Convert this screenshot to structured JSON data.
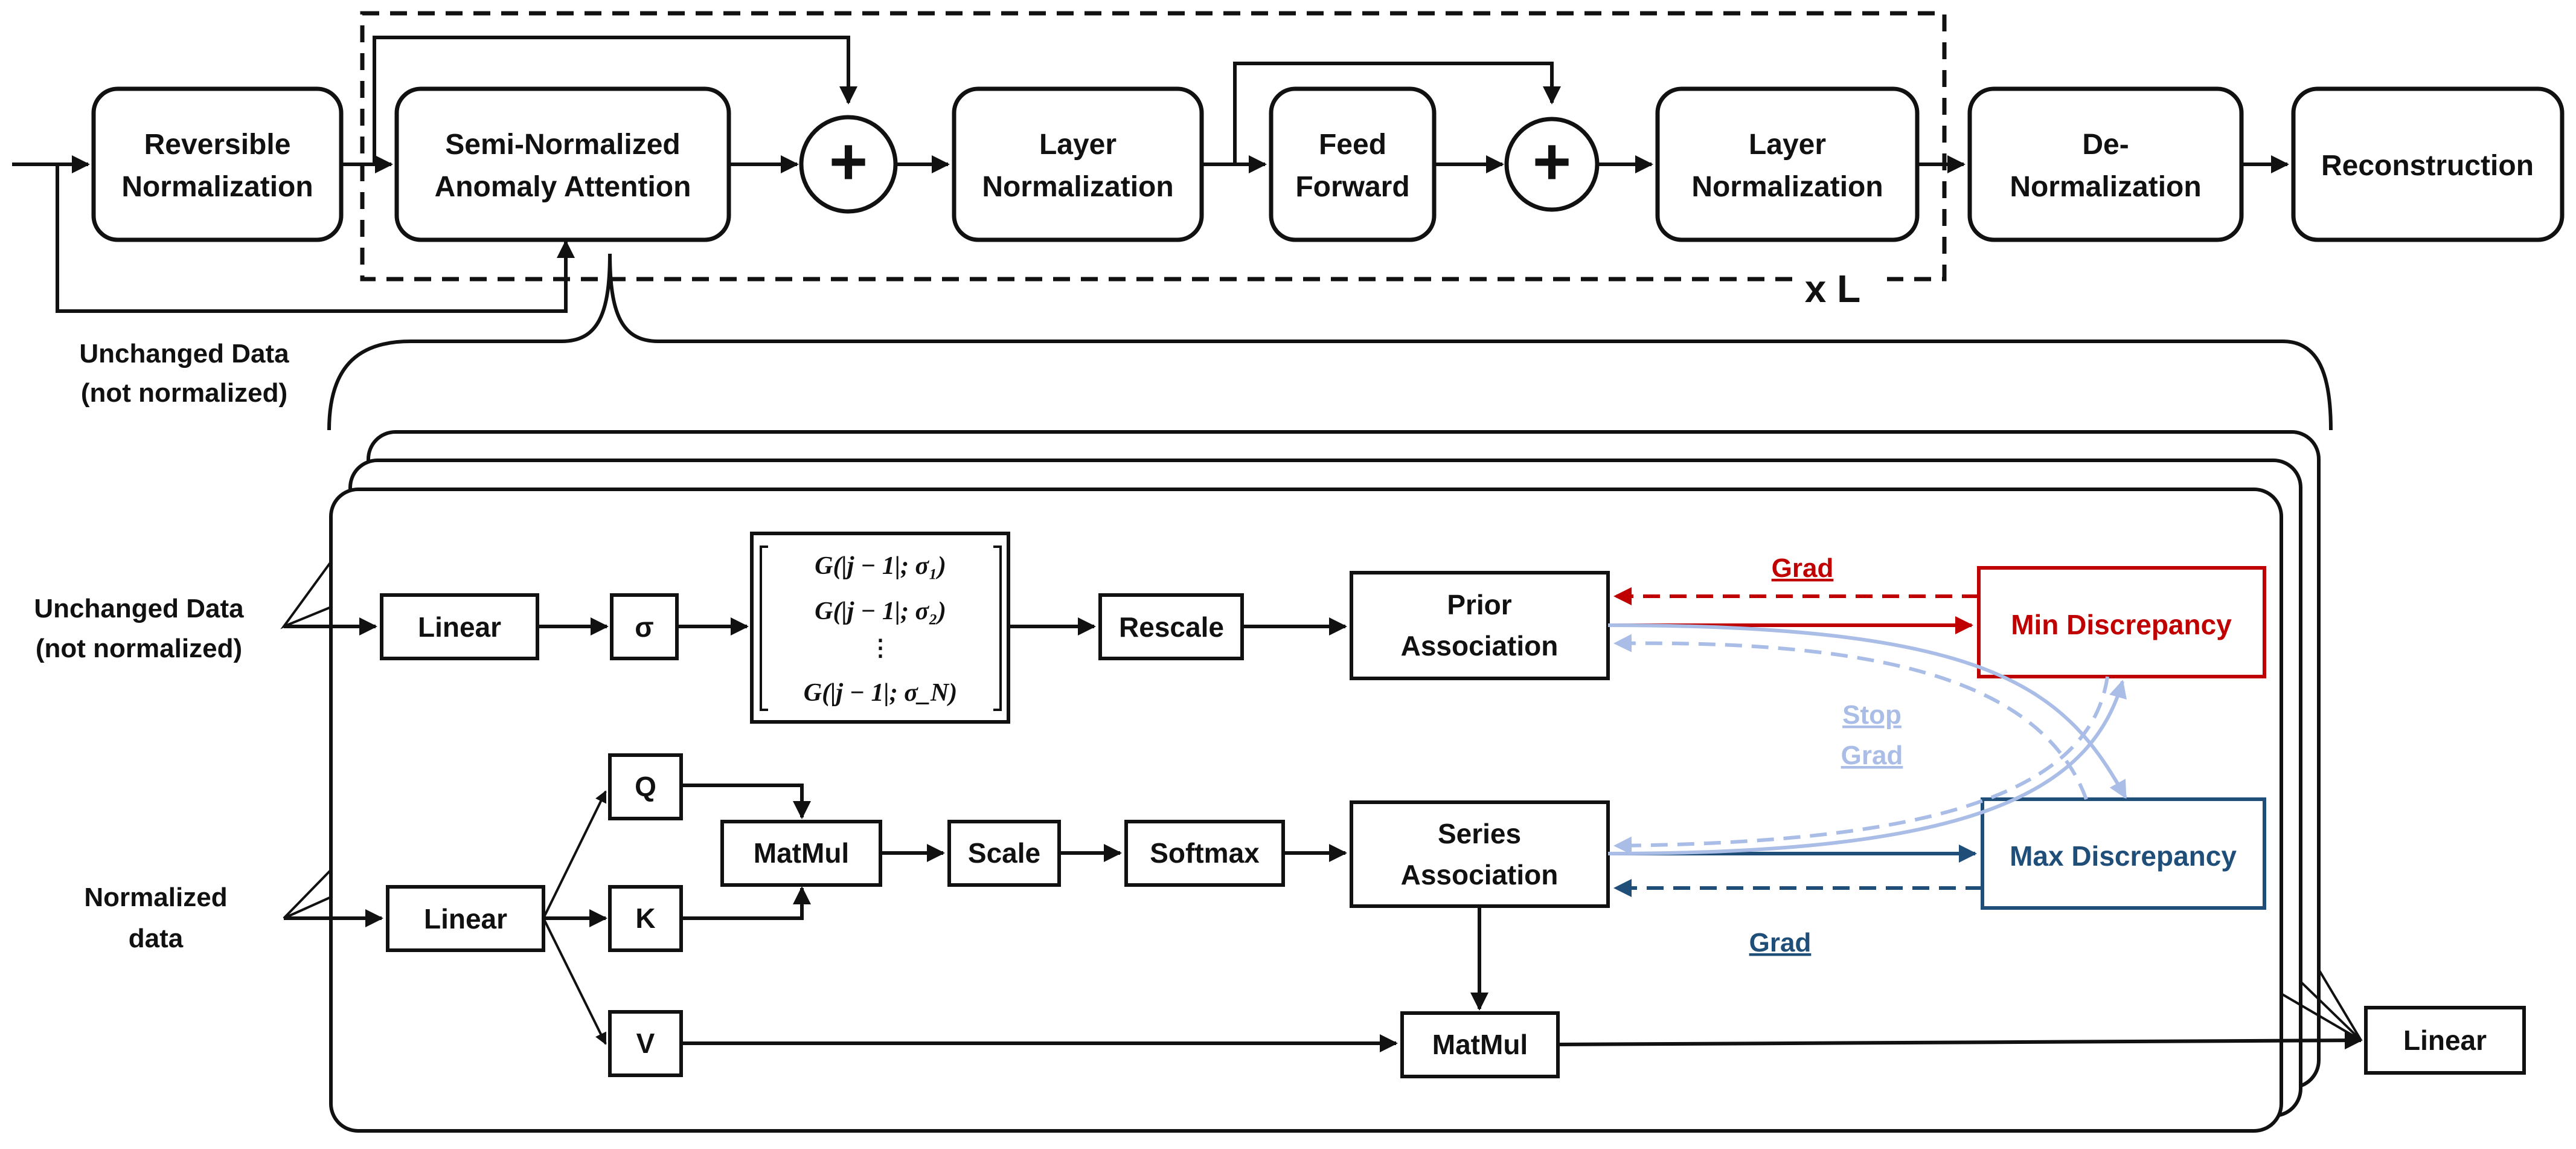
{
  "top": {
    "blocks": {
      "reversible_norm": [
        "Reversible",
        "Normalization"
      ],
      "semi_norm_attention": [
        "Semi-Normalized",
        "Anomaly Attention"
      ],
      "layer_norm_1": [
        "Layer",
        "Normalization"
      ],
      "feed_forward": [
        "Feed",
        "Forward"
      ],
      "layer_norm_2": [
        "Layer",
        "Normalization"
      ],
      "de_norm": [
        "De-",
        "Normalization"
      ],
      "reconstruction": "Reconstruction"
    },
    "add_symbol": "+",
    "repeat_label": "x L",
    "unchanged_data_label": [
      "Unchanged Data",
      "(not normalized)"
    ]
  },
  "detail": {
    "inputs": {
      "unchanged": [
        "Unchanged Data",
        "(not normalized)"
      ],
      "normalized": [
        "Normalized",
        "data"
      ]
    },
    "blocks": {
      "linear_top": "Linear",
      "sigma": "σ",
      "rescale": "Rescale",
      "prior_association": [
        "Prior",
        "Association"
      ],
      "linear_bottom": "Linear",
      "q": "Q",
      "k": "K",
      "v": "V",
      "matmul_1": "MatMul",
      "scale": "Scale",
      "softmax": "Softmax",
      "series_association": [
        "Series",
        "Association"
      ],
      "matmul_2": "MatMul",
      "linear_out": "Linear"
    },
    "matrix_rows": [
      "G(|j − 1|; σ₁)",
      "G(|j − 1|; σ₂)",
      "⋮",
      "G(|j − 1|; σ_N)"
    ],
    "min_discrepancy": "Min Discrepancy",
    "max_discrepancy": "Max Discrepancy",
    "grad_top": "Grad",
    "grad_bottom": "Grad",
    "stop_grad": [
      "Stop",
      "Grad"
    ]
  },
  "colors": {
    "red": "#c00000",
    "navy": "#1f4e79",
    "light_blue": "#a9bde6",
    "black": "#111111"
  }
}
